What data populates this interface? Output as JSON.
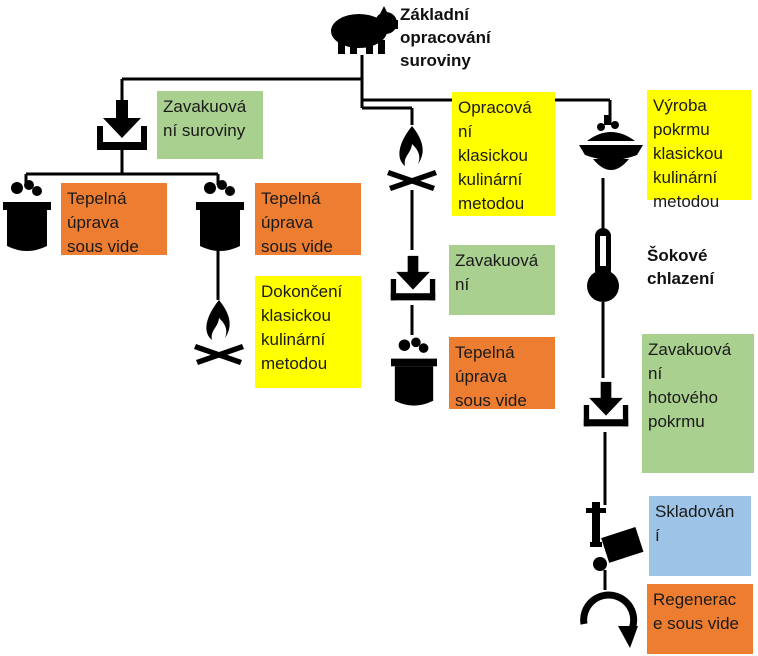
{
  "colors": {
    "green": "#a9d08e",
    "orange": "#ed7d31",
    "yellow": "#ffff00",
    "blue": "#9dc3e6",
    "line": "#000000"
  },
  "root": {
    "label": "Základní\nopracování\nsuroviny",
    "icon": "pig-icon"
  },
  "branch1": {
    "vacuum": {
      "label": "Zavakuová\nní suroviny",
      "icon": "vacuum-press-icon"
    },
    "left_heat": {
      "label": "Tepelná\núprava\nsous vide",
      "icon": "pot-icon"
    },
    "right_heat": {
      "label": "Tepelná\núprava\nsous vide",
      "icon": "pot-icon"
    },
    "finish": {
      "label": "Dokončení\nklasickou\nkulinární\nmetodou",
      "icon": "campfire-icon"
    }
  },
  "branch2": {
    "process": {
      "label": "Opracová\nní\nklasickou\nkulinární\nmetodou",
      "icon": "campfire-icon"
    },
    "vacuum": {
      "label": "Zavakuová\nní",
      "icon": "vacuum-press-icon"
    },
    "heat": {
      "label": "Tepelná\núprava\nsous vide",
      "icon": "pot-icon"
    }
  },
  "branch3": {
    "dish": {
      "label": "Výroba\npokrmu\nklasickou\nkulinární\nmetodou",
      "icon": "dish-icon"
    },
    "chill": {
      "label": "Šokové\nchlazení",
      "icon": "thermometer-icon"
    },
    "vacuum": {
      "label": "Zavakuová\nní\nhotového\npokrmu",
      "icon": "vacuum-press-icon"
    },
    "storage": {
      "label": "Skladován\ní",
      "icon": "storage-icon"
    },
    "regen": {
      "label": "Regenerac\ne sous vide",
      "icon": "regenerate-icon"
    }
  }
}
